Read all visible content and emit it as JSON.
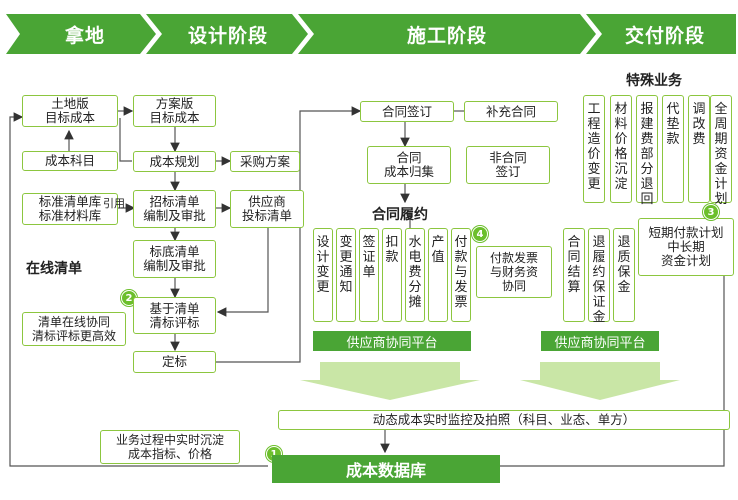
{
  "stages": [
    "拿地",
    "设计阶段",
    "施工阶段",
    "交付阶段"
  ],
  "colors": {
    "green": "#4aa535",
    "light_green": "#8cc63f",
    "arrow": "#c9e6a6"
  },
  "land": {
    "target_cost": "土地版\n目标成本",
    "cost_subject": "成本科目"
  },
  "design": {
    "scheme_target": "方案版\n目标成本",
    "cost_planning": "成本规划",
    "procurement_plan": "采购方案",
    "bill_library": "标准清单库\n标准材料库",
    "quote_label": "引用",
    "bid_bill": "招标清单\n编制及审批",
    "supplier_bill": "供应商\n投标清单",
    "base_bill": "标底清单\n编制及审批",
    "bill_eval": "基于清单\n清标评标",
    "award": "定标",
    "online_bill_title": "在线清单",
    "note2": "清单在线协同\n清标评标更高效",
    "badge2": "2"
  },
  "construction": {
    "contract_sign": "合同签订",
    "supplementary": "补充合同",
    "contract_cost": "合同\n成本归集",
    "non_contract": "非合同\n签订",
    "performance_title": "合同履约",
    "items": [
      "设计变更",
      "变更通知",
      "签证单",
      "扣款",
      "水电费分摊",
      "产值",
      "付款与发票"
    ],
    "invoice_note": "付款发票\n与财务资\n协同",
    "badge4": "4",
    "platform": "供应商协同平台"
  },
  "delivery": {
    "special_title": "特殊业务",
    "special_items": [
      "工程造价变更",
      "材料价格沉淀",
      "报建费部分退回",
      "代垫款",
      "调改费",
      "全周期资金计划"
    ],
    "settle_items": [
      "合同结算",
      "退履约保证金",
      "退质保金"
    ],
    "fund_plan": "短期付款计划\n中长期\n资金计划",
    "badge3": "3",
    "platform": "供应商协同平台"
  },
  "monitor": "动态成本实时监控及拍照（科目、业态、单方）",
  "database": {
    "label": "成本数据库",
    "note": "业务过程中实时沉淀\n成本指标、价格",
    "badge1": "1"
  }
}
